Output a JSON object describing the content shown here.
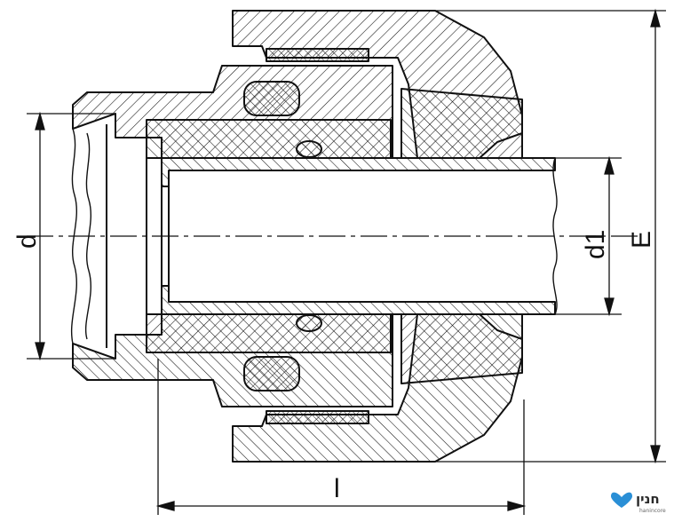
{
  "diagram": {
    "labels": {
      "d": "d",
      "d1": "d1",
      "E": "E",
      "l": "l"
    },
    "logo": {
      "text": "חנין",
      "subtext": "hanincore",
      "color": "#2a8fd6"
    },
    "colors": {
      "stroke": "#111111",
      "hatch": "#111111",
      "background": "#ffffff"
    }
  }
}
